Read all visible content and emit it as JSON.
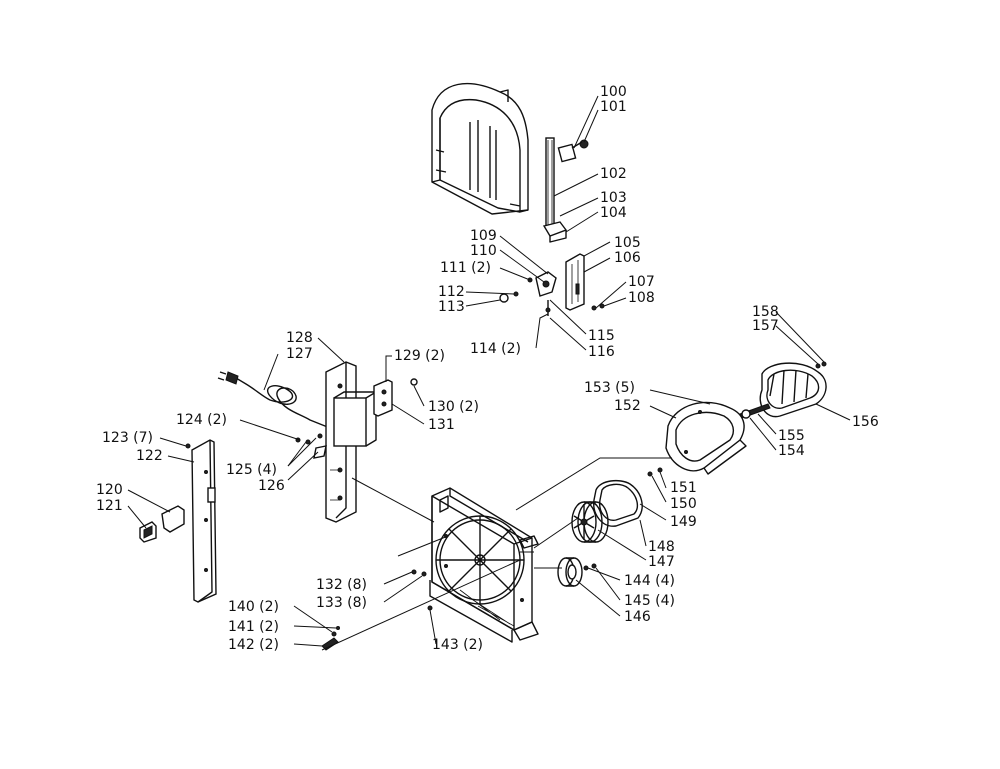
{
  "labels": {
    "p100": "100",
    "p101": "101",
    "p102": "102",
    "p103": "103",
    "p104": "104",
    "p105": "105",
    "p106": "106",
    "p107": "107",
    "p108": "108",
    "p109": "109",
    "p110": "110",
    "p111": "111 (2)",
    "p112": "112",
    "p113": "113",
    "p114": "114 (2)",
    "p115": "115",
    "p116": "116",
    "p120": "120",
    "p121": "121",
    "p122": "122",
    "p123": "123 (7)",
    "p124": "124 (2)",
    "p125": "125 (4)",
    "p126": "126",
    "p127": "127",
    "p128": "128",
    "p129": "129 (2)",
    "p130": "130 (2)",
    "p131": "131",
    "p132": "132 (8)",
    "p133": "133 (8)",
    "p140": "140 (2)",
    "p141": "141 (2)",
    "p142": "142 (2)",
    "p143": "143 (2)",
    "p144": "144 (4)",
    "p145": "145 (4)",
    "p146": "146",
    "p147": "147",
    "p148": "148",
    "p149": "149",
    "p150": "150",
    "p151": "151",
    "p152": "152",
    "p153": "153 (5)",
    "p154": "154",
    "p155": "155",
    "p156": "156",
    "p157": "157",
    "p158": "158"
  }
}
